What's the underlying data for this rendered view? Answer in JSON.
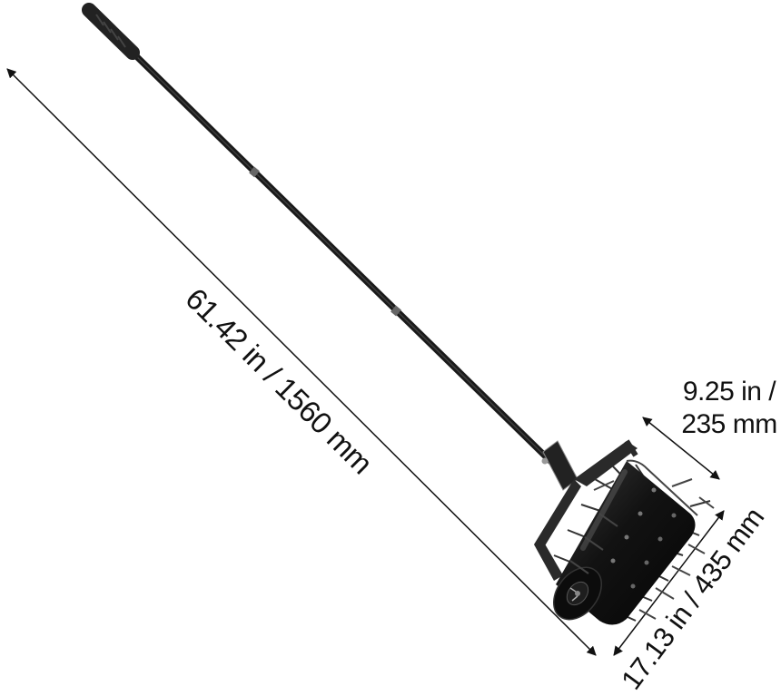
{
  "dimensions": {
    "overall_length": "61.42 in / 1560 mm",
    "width_line1": "9.25 in /",
    "width_line2": "235 mm",
    "drum_length": "17.13 in / 435 mm"
  },
  "colors": {
    "handle": "#1c1c1c",
    "grip": "#2a2a2a",
    "drum": "#141414",
    "frame": "#262626",
    "spike": "#555555",
    "dimension_line": "#111111",
    "background": "#ffffff"
  }
}
